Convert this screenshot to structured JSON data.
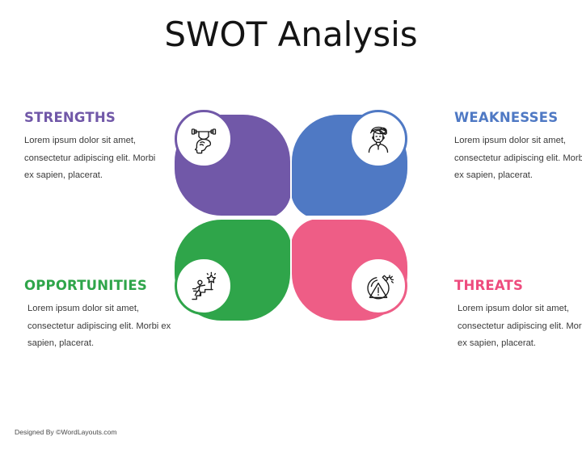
{
  "page": {
    "title": "SWOT Analysis",
    "footer": "Designed By ©WordLayouts.com"
  },
  "colors": {
    "strengths": "#7158A8",
    "weaknesses": "#4F79C4",
    "opportunities": "#2FA54A",
    "threats": "#EE5D86",
    "threats_heading": "#EE4C7E",
    "title": "#141414",
    "body_text": "#3b3b3b",
    "background": "#ffffff"
  },
  "quadrants": [
    {
      "key": "strengths",
      "heading": "STRENGTHS",
      "body": "Lorem ipsum dolor sit amet, consectetur adipiscing elit. Morbi ex sapien, placerat.",
      "icon": "head-dumbbell-icon",
      "color": "#7158A8",
      "position": "top-left"
    },
    {
      "key": "weaknesses",
      "heading": "WEAKNESSES",
      "body": "Lorem ipsum dolor sit amet, consectetur adipiscing elit. Morbi ex sapien, placerat.",
      "icon": "confused-person-icon",
      "color": "#4F79C4",
      "position": "top-right"
    },
    {
      "key": "opportunities",
      "heading": "OPPORTUNITIES",
      "body": "Lorem ipsum dolor sit amet, consectetur adipiscing elit. Morbi ex sapien, placerat.",
      "icon": "person-stairs-star-icon",
      "color": "#2FA54A",
      "position": "bottom-left"
    },
    {
      "key": "threats",
      "heading": "THREATS",
      "body": "Lorem ipsum dolor sit amet, consectetur adipiscing elit. Morbi ex sapien, placerat.",
      "icon": "bomb-warning-icon",
      "color": "#EE5D86",
      "position": "bottom-right"
    }
  ]
}
